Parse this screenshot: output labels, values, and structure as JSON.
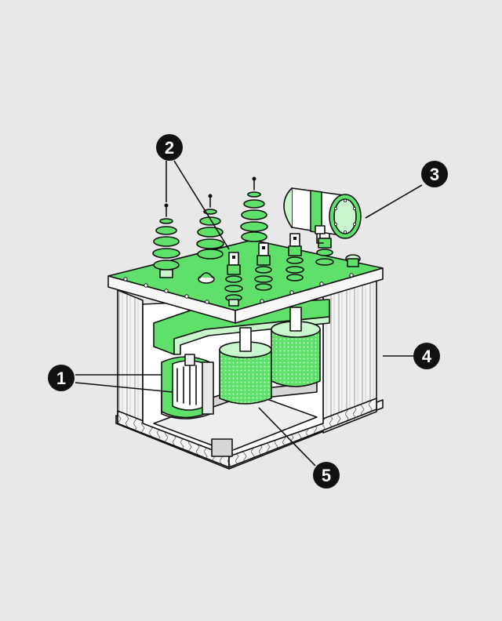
{
  "callouts": [
    {
      "id": "1",
      "label": "1"
    },
    {
      "id": "2",
      "label": "2"
    },
    {
      "id": "3",
      "label": "3"
    },
    {
      "id": "4",
      "label": "4"
    },
    {
      "id": "5",
      "label": "5"
    }
  ],
  "colors": {
    "background": "#e8e8e8",
    "accent_green": "#5fe06a",
    "light_green": "#c9f5cc",
    "outline": "#111111",
    "body_white": "#f7f7f7",
    "shade_gray": "#d6d6d6"
  }
}
